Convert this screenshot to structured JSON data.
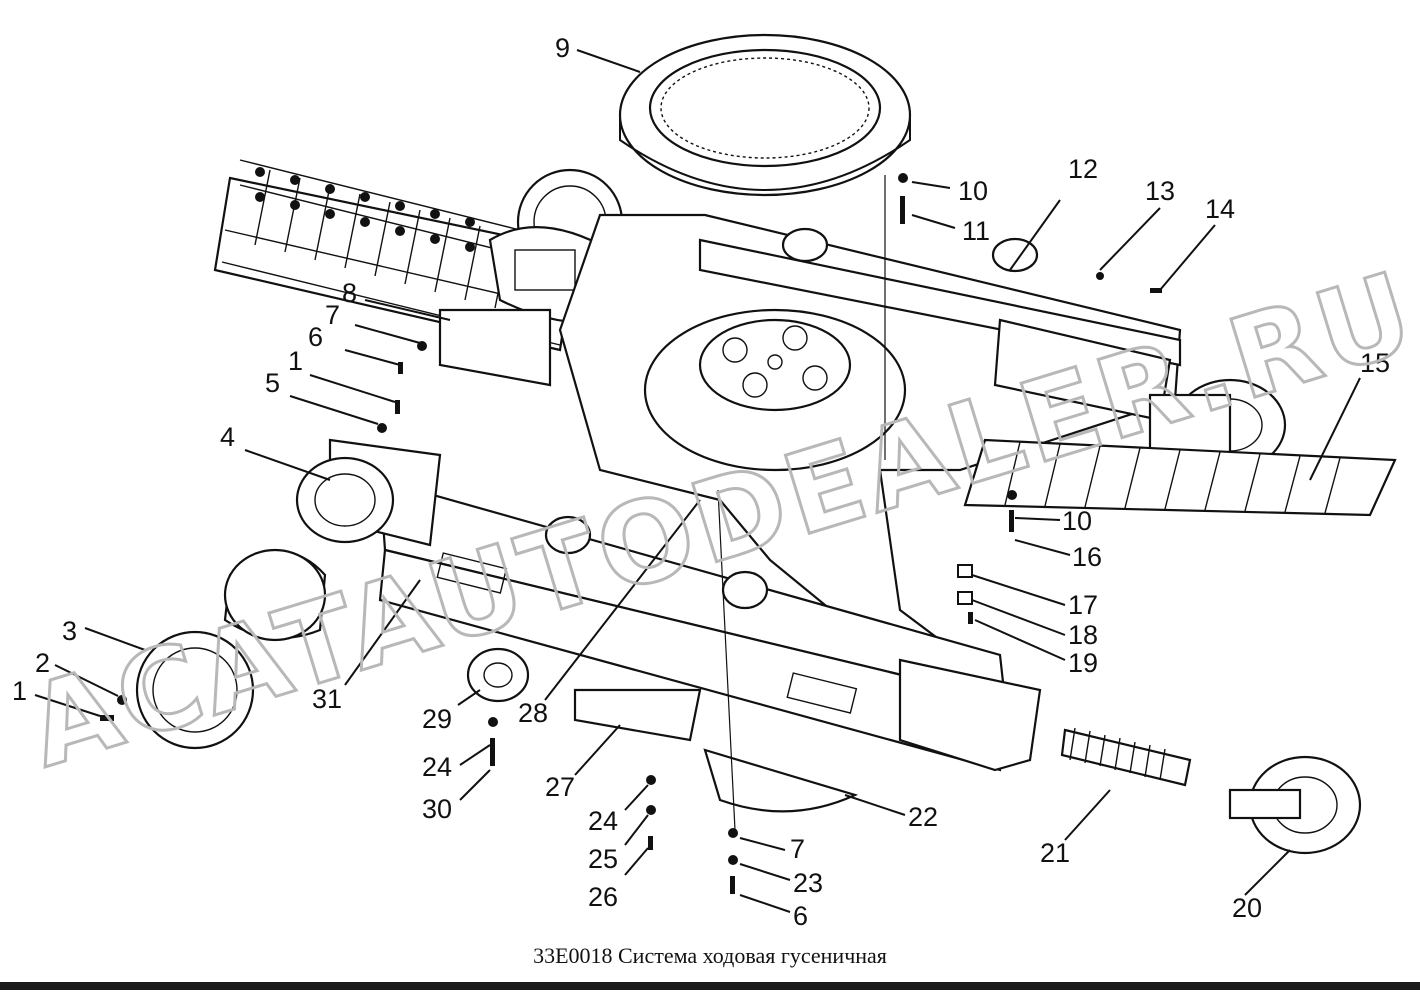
{
  "caption": "33E0018 Система ходовая гусеничная",
  "watermark": "ACATAUTODEALER.RU",
  "callouts": [
    "9",
    "10",
    "11",
    "12",
    "13",
    "14",
    "15",
    "8",
    "7",
    "6",
    "1",
    "5",
    "4",
    "3",
    "2",
    "1",
    "10",
    "16",
    "17",
    "18",
    "19",
    "31",
    "29",
    "28",
    "24",
    "30",
    "27",
    "24",
    "25",
    "26",
    "7",
    "23",
    "6",
    "22",
    "21",
    "20"
  ]
}
